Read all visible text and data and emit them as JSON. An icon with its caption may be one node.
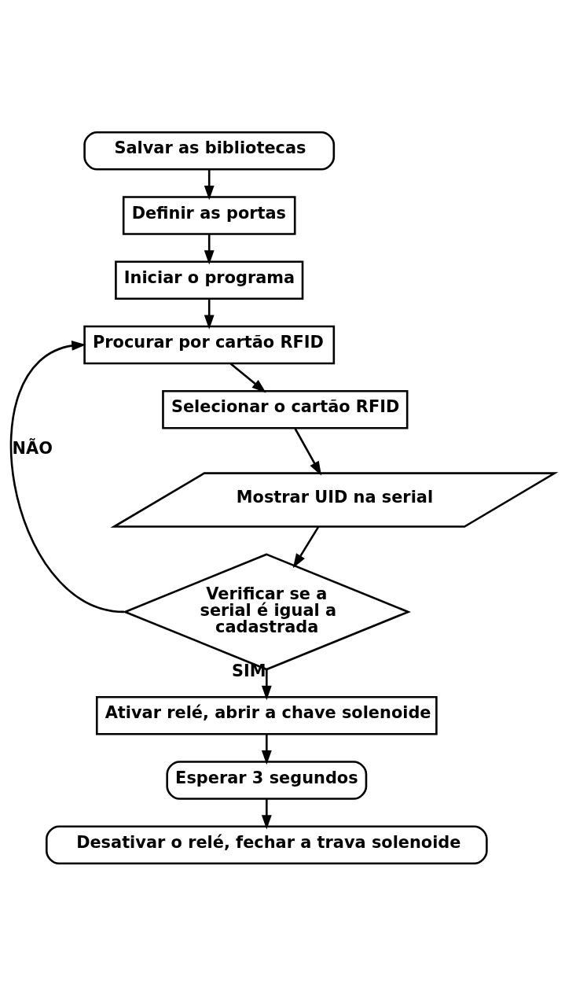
{
  "diagram": {
    "nodes": [
      {
        "text": [
          "Salvar as bibliotecas"
        ]
      },
      {
        "text": [
          "Definir as portas"
        ]
      },
      {
        "text": [
          "Iniciar o programa"
        ]
      },
      {
        "text": [
          "Procurar por cartão RFID"
        ]
      },
      {
        "text": [
          "Selecionar o cartão RFID"
        ]
      },
      {
        "text": [
          "Mostrar UID na serial"
        ]
      },
      {
        "text": [
          "Verificar se a serial é igual a cadastrada"
        ]
      },
      {
        "text": [
          "Ativar relé, abrir a chave solenoide"
        ]
      },
      {
        "text": [
          "Esperar 3 segundos"
        ]
      },
      {
        "text": [
          "Desativar o relé, fechar a trava solenoide"
        ]
      }
    ],
    "edges": [
      {
        "from": 0,
        "to": 1,
        "arrow": "to"
      },
      {
        "from": 1,
        "to": 2,
        "arrow": "to"
      },
      {
        "from": 2,
        "to": 3,
        "arrow": "to"
      },
      {
        "from": 3,
        "to": 4,
        "arrow": "to"
      },
      {
        "from": 4,
        "to": 5,
        "arrow": "to"
      },
      {
        "from": 5,
        "to": 6,
        "arrow": "to"
      },
      {
        "from": 6,
        "to": 3,
        "arrow": "to",
        "label": "NÃO"
      },
      {
        "from": 6,
        "to": 7,
        "arrow": "to",
        "label": "SIM"
      },
      {
        "from": 7,
        "to": 8,
        "arrow": "to"
      },
      {
        "from": 8,
        "to": 9,
        "arrow": "to"
      }
    ]
  }
}
